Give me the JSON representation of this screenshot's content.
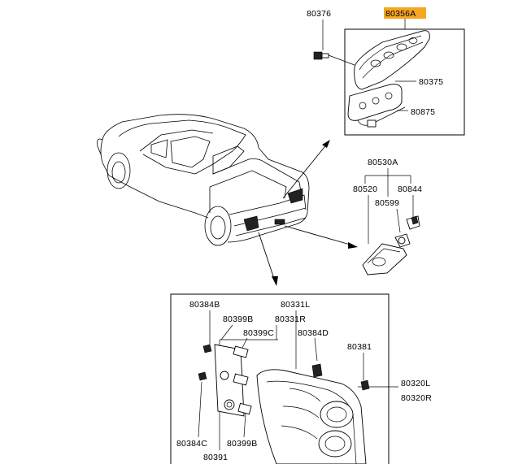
{
  "highlight_color": "#f5a623",
  "parts": {
    "p80376": "80376",
    "p80356A": "80356A",
    "p80375": "80375",
    "p80875": "80875",
    "p80530A": "80530A",
    "p80520": "80520",
    "p80844": "80844",
    "p80599": "80599",
    "p80384B": "80384B",
    "p80399B_top": "80399B",
    "p80331L": "80331L",
    "p80331R": "80331R",
    "p80399C": "80399C",
    "p80384D": "80384D",
    "p80381": "80381",
    "p80320L": "80320L",
    "p80320R": "80320R",
    "p80384C": "80384C",
    "p80399B_bottom": "80399B",
    "p80391": "80391"
  }
}
